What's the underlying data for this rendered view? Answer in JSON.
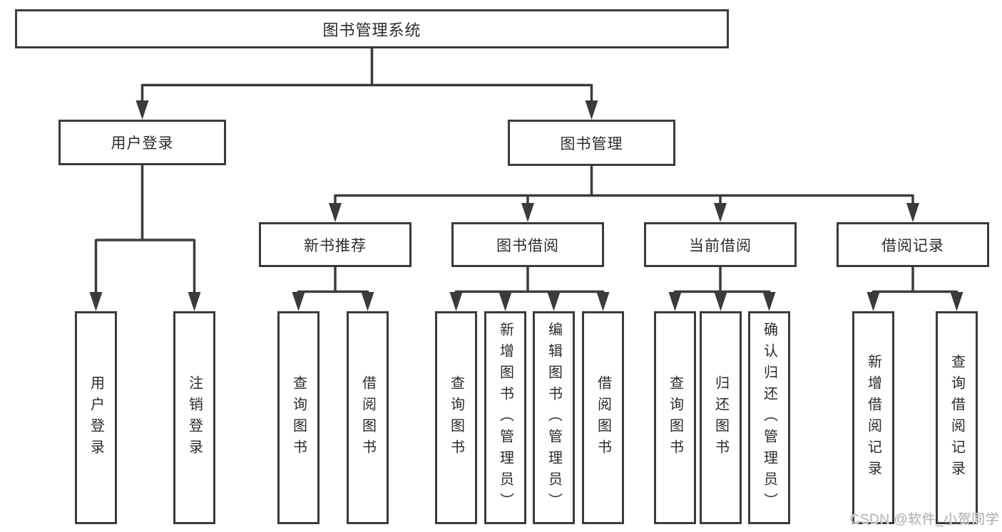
{
  "root": {
    "label": "图书管理系统"
  },
  "branches": [
    {
      "label": "用户登录",
      "children": [
        "用户登录",
        "注销登录"
      ]
    },
    {
      "label": "图书管理",
      "sections": [
        {
          "label": "新书推荐",
          "children": [
            "查询图书",
            "借阅图书"
          ]
        },
        {
          "label": "图书借阅",
          "children": [
            "查询图书",
            "新增图书（管理员）",
            "编辑图书（管理员）",
            "借阅图书"
          ]
        },
        {
          "label": "当前借阅",
          "children": [
            "查询图书",
            "归还图书",
            "确认归还（管理员）"
          ]
        },
        {
          "label": "借阅记录",
          "children": [
            "新增借阅记录",
            "查询借阅记录"
          ]
        }
      ]
    }
  ],
  "watermark": "CSDN @软件_小贺同学",
  "colors": {
    "line": "#3b3b3b",
    "text": "#2b2b2b",
    "watermark": "#b5b5b5",
    "background": "#ffffff"
  }
}
